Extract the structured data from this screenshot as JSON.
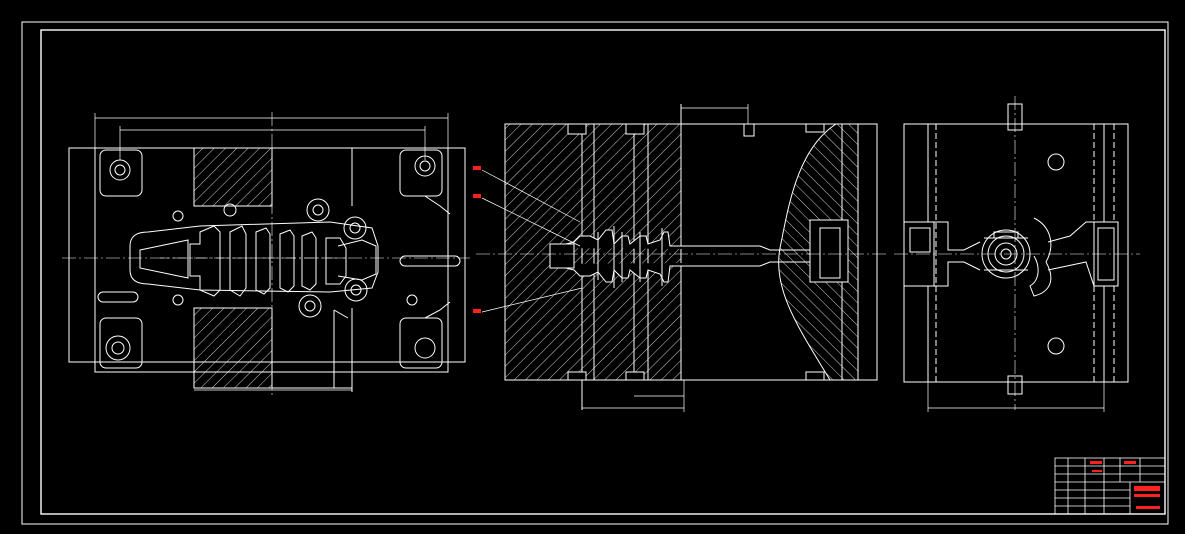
{
  "colors": {
    "background": "#000000",
    "line": "#ffffff",
    "annotation": "#ff2020"
  },
  "drawing": {
    "views": [
      {
        "name": "front-view"
      },
      {
        "name": "section-view"
      },
      {
        "name": "side-view"
      }
    ]
  }
}
